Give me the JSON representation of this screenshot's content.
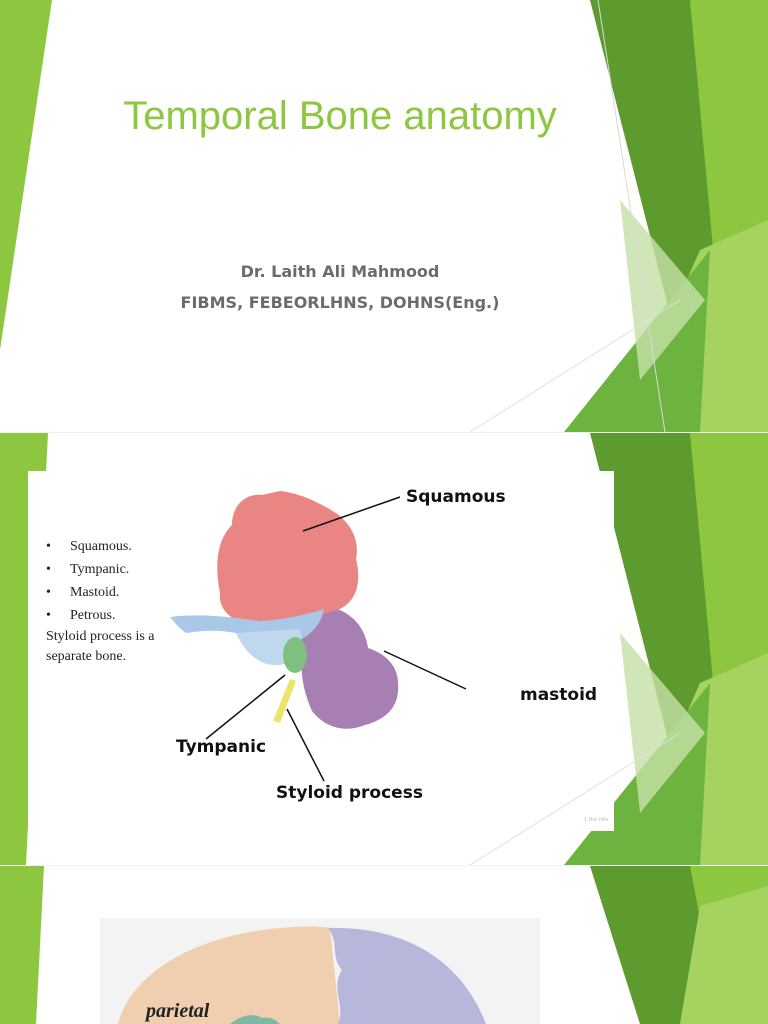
{
  "slide1": {
    "title": "Temporal Bone anatomy",
    "author_name": "Dr. Laith Ali Mahmood",
    "author_credentials": "FIBMS, FEBEORLHNS, DOHNS(Eng.)"
  },
  "slide2": {
    "bullets": [
      "Squamous.",
      "Tympanic.",
      "Mastoid.",
      "Petrous."
    ],
    "bullet_glyph": "•",
    "note": "Styloid process is a separate bone.",
    "labels": {
      "squamous": "Squamous",
      "mastoid": "mastoid",
      "tympanic": "Tympanic",
      "styloid": "Styloid process"
    },
    "tiny_text": "1 the title"
  },
  "slide3": {
    "skull_label": "parietal"
  },
  "colors": {
    "title_green": "#8dc63f",
    "dark_green": "#5e9b2f",
    "light_green": "#c6e0a6",
    "squamous_fill": "#e98583",
    "tympanic_fill": "#a9c7e6",
    "mastoid_fill": "#a77fb2",
    "styloid_fill": "#eae56b"
  }
}
